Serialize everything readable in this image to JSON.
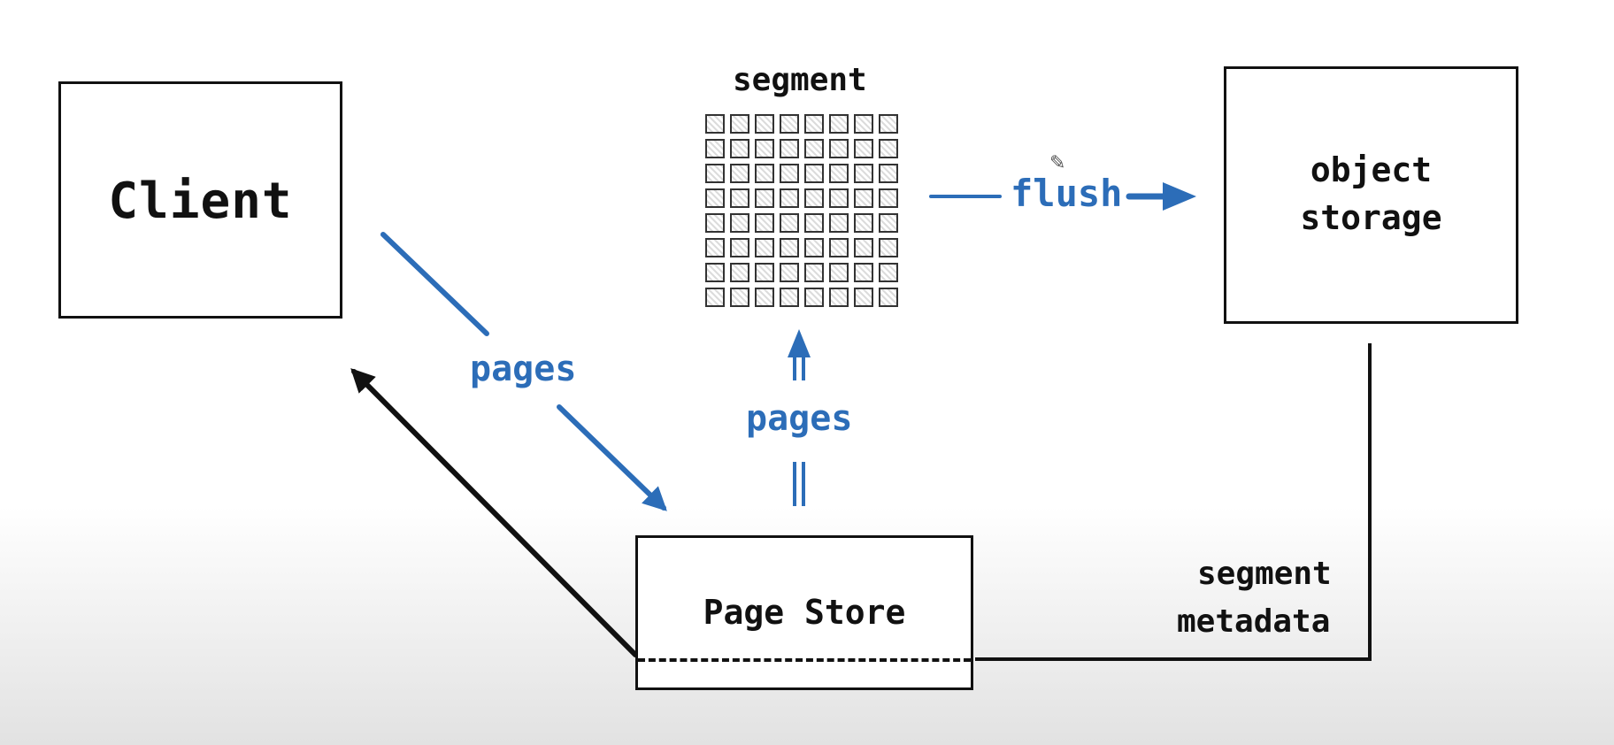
{
  "diagram": {
    "client": {
      "label": "Client"
    },
    "segment": {
      "label": "segment",
      "grid_rows": 8,
      "grid_cols": 8
    },
    "object_storage": {
      "line1": "object",
      "line2": "storage"
    },
    "page_store": {
      "label": "Page Store"
    },
    "edges": {
      "client_to_store": "pages",
      "store_to_segment": "pages",
      "segment_to_storage": "flush",
      "storage_to_store_line1": "segment",
      "storage_to_store_line2": "metadata"
    },
    "colors": {
      "ink": "#111111",
      "accent": "#2c6db8",
      "cell_border": "#333333",
      "cell_fill": "#dcdcdc"
    },
    "icons": {
      "cursor": "pen-cursor-icon"
    }
  }
}
